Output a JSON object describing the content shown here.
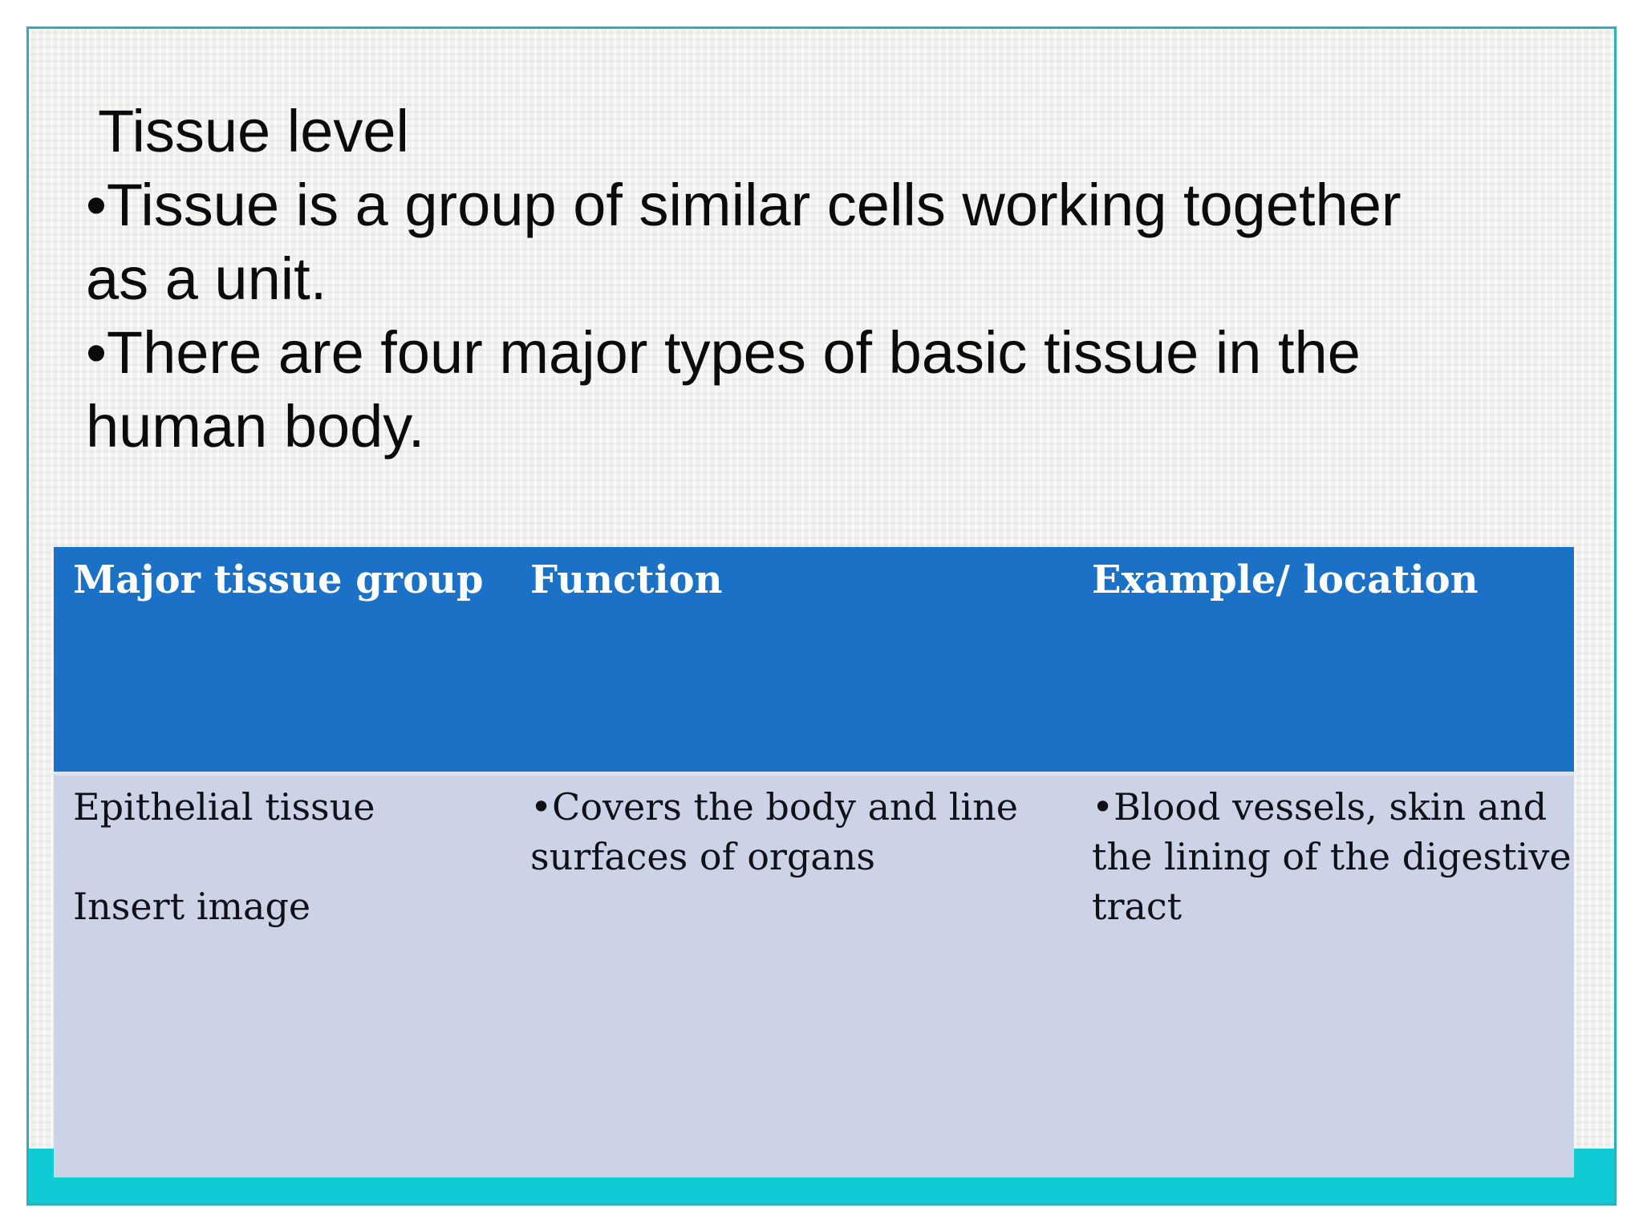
{
  "slide": {
    "title_block": {
      "lines": [
        "Tissue level",
        "•Tissue is a group of similar cells working together",
        "as a unit.",
        "•There are four major types of basic tissue in the",
        "human body."
      ]
    },
    "table": {
      "headers": [
        "Major tissue group",
        "Function",
        "Example/ location"
      ],
      "row": {
        "tissue_group_lines": [
          "Epithelial tissue",
          "Insert image"
        ],
        "function_lines": [
          "•Covers the body and line",
          "surfaces of organs"
        ],
        "example_lines": [
          "•Blood vessels, skin and",
          "the lining of the digestive",
          "tract"
        ]
      }
    },
    "colors": {
      "header_blue": "#1a71c6",
      "row_lavender": "#cdd3e7",
      "footer_cyan": "#0fcbd6",
      "border_teal": "#2eb0b6",
      "slide_bg": "#f1f1ef"
    }
  }
}
